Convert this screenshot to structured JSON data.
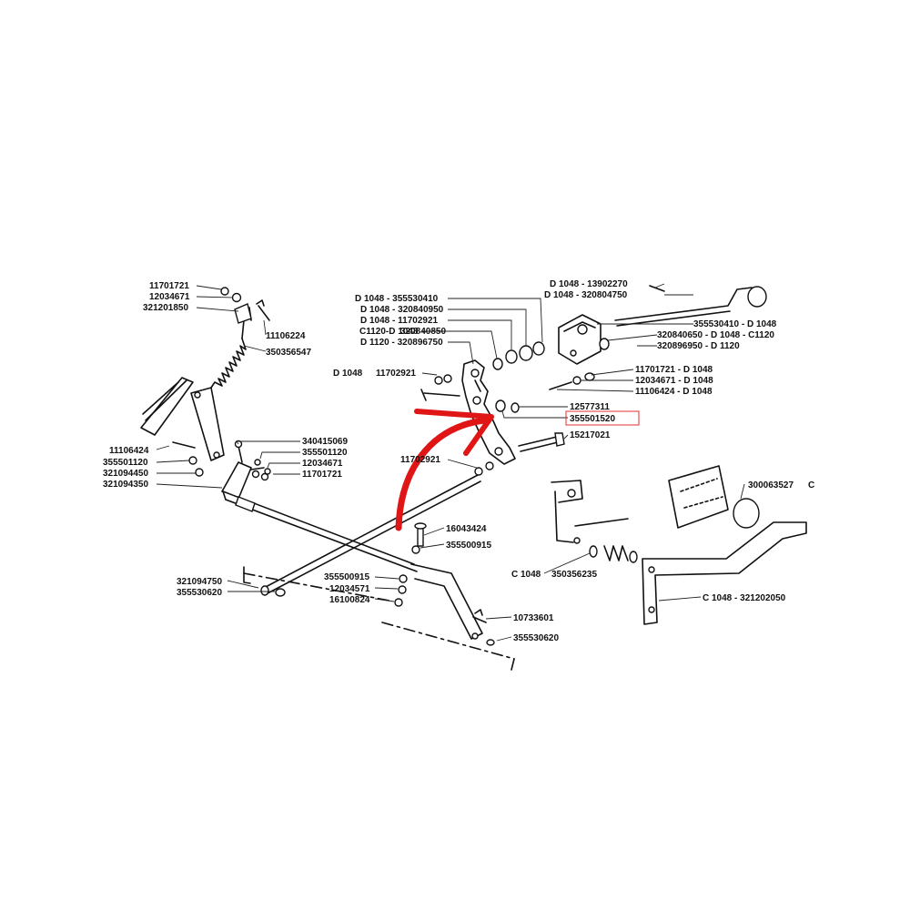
{
  "labels": {
    "l01": "11701721",
    "l02": "12034671",
    "l03": "321201850",
    "l04": "11106224",
    "l05": "350356547",
    "l06": "11106424",
    "l07": "355501120",
    "l08": "321094450",
    "l09": "321094350",
    "l10": "340415069",
    "l11": "355501120",
    "l12": "12034671",
    "l13": "11701721",
    "l14": "D 1048 - 355530410",
    "l15": "D 1048 - 320840950",
    "l16": "D 1048 - 11702921",
    "l17": "C1120-D 1048",
    "l18": "320840850",
    "l19": "D 1120 - 320896750",
    "l20": "D 1048",
    "l21": "11702921",
    "l22": "D 1048 - 13902270",
    "l23": "D 1048 - 320804750",
    "l24": "355530410 - D 1048",
    "l25": "320840650 - D 1048 - C1120",
    "l26": "320896950 - D 1120",
    "l27": "11701721 - D 1048",
    "l28": "12034671 - D 1048",
    "l29": "11106424 - D 1048",
    "l30": "12577311",
    "l31": "355501520",
    "l32": "15217021",
    "l33": "11702921",
    "l34": "300063527",
    "l35": "C",
    "l36": "16043424",
    "l37": "355500915",
    "l38": "321094750",
    "l39": "355530620",
    "l40": "355500915",
    "l41": "12034571",
    "l42": "16100824",
    "l43": "10733601",
    "l44": "355530620",
    "l45": "C 1048",
    "l46": "350356235",
    "l47": "C 1048 - 321202050"
  },
  "highlight": {
    "part": "355501520",
    "box_color": "#e03030",
    "arrow_color": "#e01515"
  }
}
